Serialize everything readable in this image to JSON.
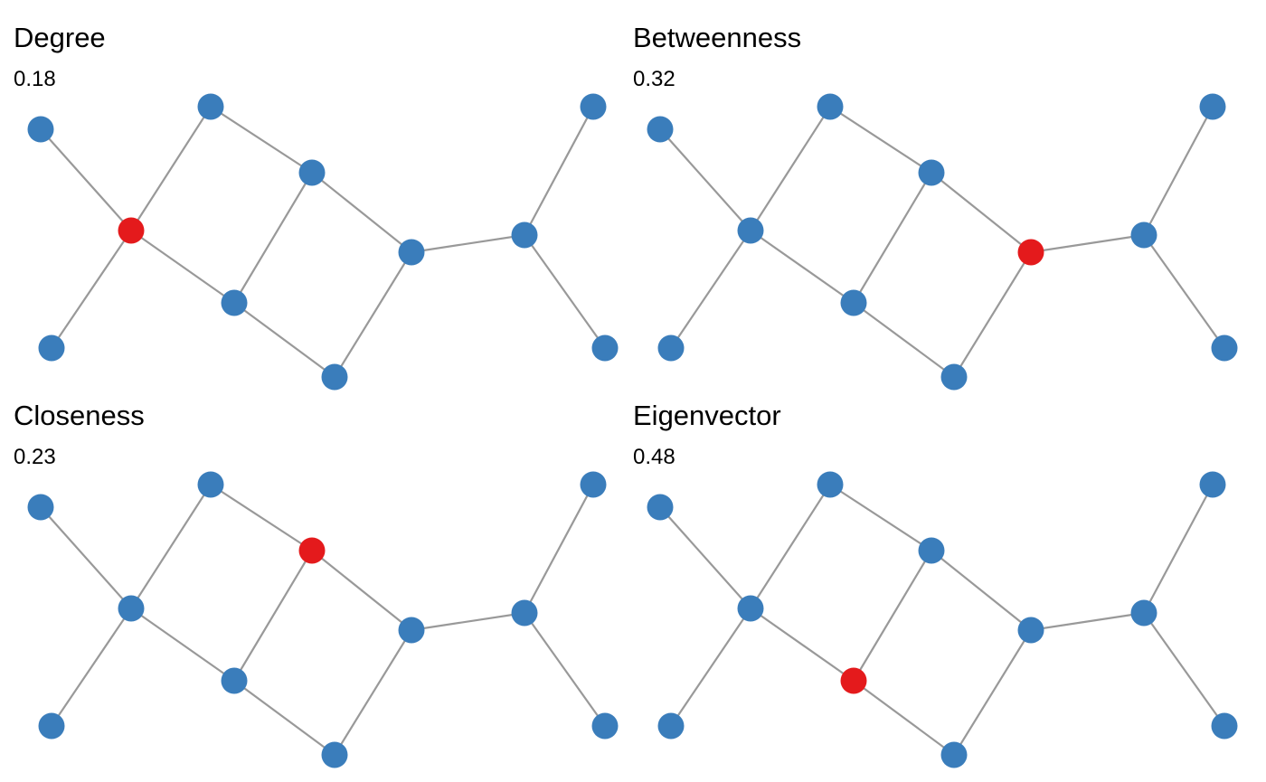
{
  "colors": {
    "node": "#3a7dbb",
    "highlight": "#e41a1c",
    "edge": "#999999"
  },
  "graph": {
    "nodes": [
      "A",
      "B",
      "C",
      "D",
      "E",
      "F",
      "G",
      "H",
      "I",
      "J",
      "K"
    ],
    "edges": [
      [
        "A",
        "C"
      ],
      [
        "B",
        "C"
      ],
      [
        "C",
        "D"
      ],
      [
        "C",
        "E"
      ],
      [
        "D",
        "F"
      ],
      [
        "E",
        "F"
      ],
      [
        "E",
        "G"
      ],
      [
        "F",
        "H"
      ],
      [
        "G",
        "H"
      ],
      [
        "H",
        "I"
      ],
      [
        "I",
        "J"
      ],
      [
        "I",
        "K"
      ]
    ]
  },
  "panels": [
    {
      "title": "Degree",
      "value": "0.18",
      "highlight": "C"
    },
    {
      "title": "Betweenness",
      "value": "0.32",
      "highlight": "H"
    },
    {
      "title": "Closeness",
      "value": "0.23",
      "highlight": "F"
    },
    {
      "title": "Eigenvector",
      "value": "0.48",
      "highlight": "E"
    }
  ]
}
